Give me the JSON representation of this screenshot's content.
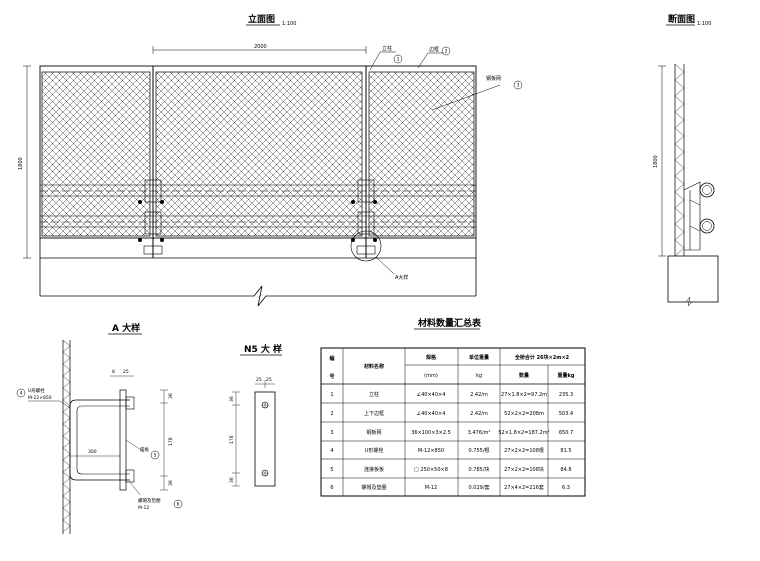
{
  "elevation": {
    "title": "立面图",
    "scale": "1:100",
    "dim_width": "2000",
    "dim_height": "1800",
    "label_post": "立柱",
    "label_post_no": "1",
    "label_frame": "边框",
    "label_frame_no": "2",
    "label_mesh": "钢板网",
    "label_mesh_no": "3",
    "detail_ref": "A大样"
  },
  "section": {
    "title": "断面图",
    "scale": "1:100",
    "dim_height": "1800"
  },
  "detail_a": {
    "title": "A 大样",
    "label_bolt": "U形螺栓",
    "label_bolt_spec": "M-12×850",
    "label_bolt_no": "4",
    "label_plate": "座板",
    "label_plate_no": "5",
    "label_nut": "螺帽及垫圈",
    "label_nut_spec": "M-12",
    "label_nut_no": "6",
    "dim_8": "8",
    "dim_25": "25",
    "dim_300": "300",
    "dim_36a": "36",
    "dim_178": "178",
    "dim_36b": "36"
  },
  "detail_n5": {
    "title": "N5 大 样",
    "dim_25a": "25",
    "dim_25b": "25",
    "dim_36a": "36",
    "dim_178": "178",
    "dim_36b": "36"
  },
  "table": {
    "title": "材料数量汇总表",
    "head": {
      "no_top": "编",
      "no_bottom": "号",
      "name": "材料名称",
      "spec": "规格",
      "spec_unit": "(mm)",
      "unit_weight": "单位重量",
      "unit_weight_unit": "kg",
      "total": "全桥合计 26块×2m×2",
      "qty": "数量",
      "weight": "重量kg"
    },
    "rows": [
      {
        "no": "1",
        "name": "立柱",
        "spec": "∠40×40×4",
        "unit": "2.42/m",
        "qty": "27×1.8×2=97.2m",
        "weight": "235.3"
      },
      {
        "no": "2",
        "name": "上下边框",
        "spec": "∠40×40×4",
        "unit": "2.42/m",
        "qty": "52×2×2=208m",
        "weight": "503.4"
      },
      {
        "no": "3",
        "name": "钢板网",
        "spec": "36×100×3×2.5",
        "unit": "3.476/m²",
        "qty": "52×1.8×2=187.2m²",
        "weight": "650.7"
      },
      {
        "no": "4",
        "name": "U形螺栓",
        "spec": "M-12×850",
        "unit": "0.755/根",
        "qty": "27×2×2=108根",
        "weight": "81.5"
      },
      {
        "no": "5",
        "name": "连接板板",
        "spec": "□ 250×50×8",
        "unit": "0.785/块",
        "qty": "27×2×2=108块",
        "weight": "84.8"
      },
      {
        "no": "6",
        "name": "螺帽及垫圈",
        "spec": "M-12",
        "unit": "0.029/套",
        "qty": "27×4×2=216套",
        "weight": "6.3"
      }
    ]
  }
}
